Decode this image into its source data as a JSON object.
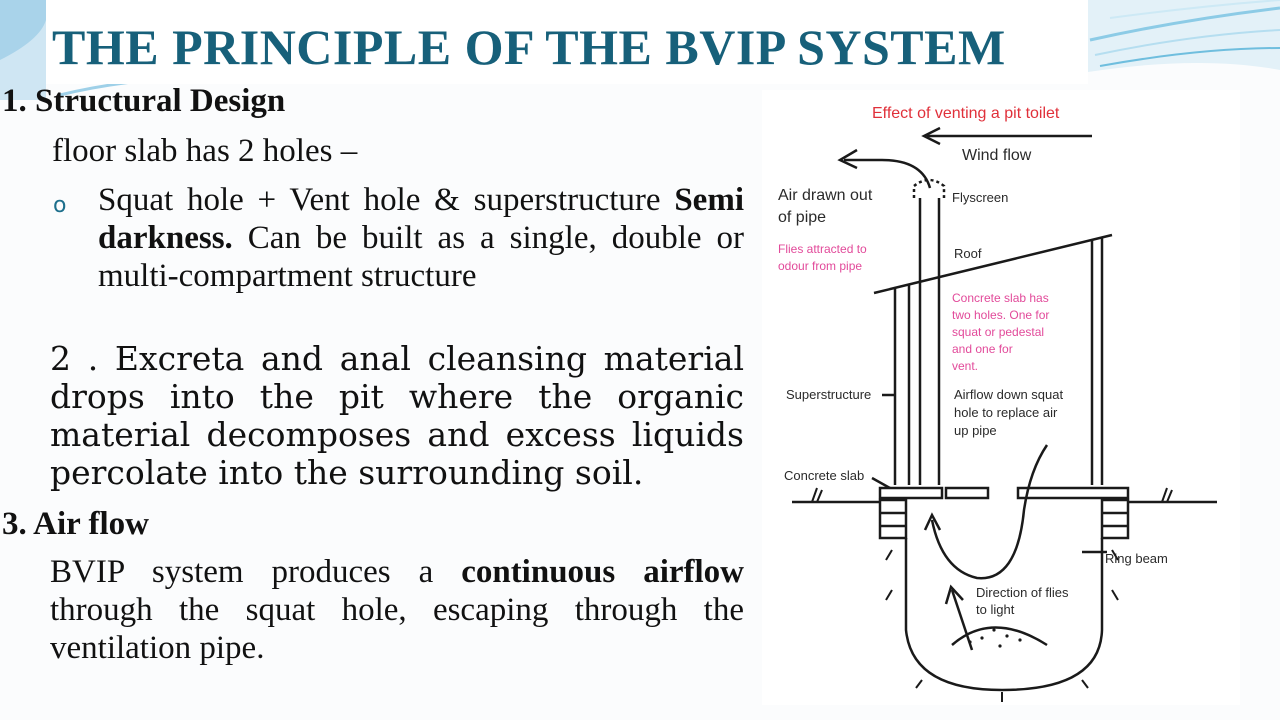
{
  "title": "THE PRINCIPLE OF THE BVIP SYSTEM",
  "section1": {
    "heading": "1. Structural Design",
    "line": "floor slab has 2 holes –",
    "bullet_plain_1": "Squat hole + Vent hole & superstructure ",
    "bullet_bold": "Semi darkness.",
    "bullet_plain_2": " Can be built as a single, double or multi-compartment structure"
  },
  "section2": {
    "text": "2 . Excreta and anal cleansing material drops into the pit where the organic material decomposes and excess liquids percolate into the surrounding soil."
  },
  "section3": {
    "heading": "3. Air flow",
    "text_1": "BVIP system produces a ",
    "text_bold": "continuous airflow",
    "text_2": " through the squat hole, escaping through the ventilation pipe."
  },
  "figure": {
    "title": "Effect of venting a pit toilet",
    "wind_flow": "Wind flow",
    "air_drawn_1": "Air drawn out",
    "air_drawn_2": "of pipe",
    "flyscreen": "Flyscreen",
    "flies_1": "Flies attracted to",
    "flies_2": "odour from pipe",
    "roof": "Roof",
    "slab_note_1": "Concrete slab has",
    "slab_note_2": "two holes. One for",
    "slab_note_3": "squat or pedestal",
    "slab_note_4": "and one for",
    "slab_note_5": "vent.",
    "superstructure": "Superstructure",
    "airflow_1": "Airflow down squat",
    "airflow_2": "hole to replace air",
    "airflow_3": "up pipe",
    "concrete_slab": "Concrete  slab",
    "ring_beam": "Ring beam",
    "direction_1": "Direction of flies",
    "direction_2": "to light"
  },
  "colors": {
    "title": "#17607a",
    "figure_title": "#e0303a",
    "figure_notes": "#e24a9a",
    "bullet": "#1d6f8c"
  },
  "icons": {
    "bullet": "circle-bullet-icon"
  }
}
